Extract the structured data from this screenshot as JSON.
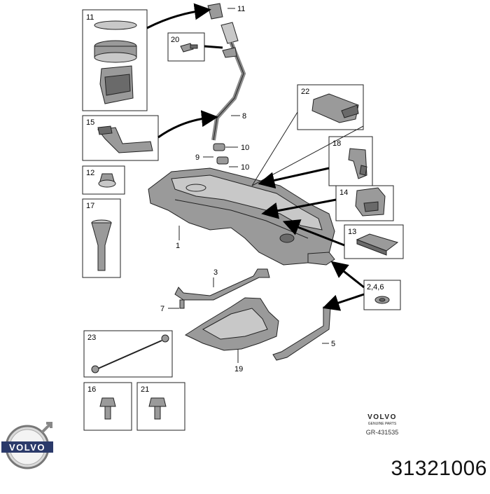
{
  "callouts": {
    "c1": "1",
    "c3": "3",
    "c5": "5",
    "c7": "7",
    "c8": "8",
    "c9": "9",
    "c10a": "10",
    "c10b": "10",
    "c11_top": "11",
    "c11_box": "11",
    "c12": "12",
    "c13": "13",
    "c14": "14",
    "c15": "15",
    "c16": "16",
    "c17": "17",
    "c18": "18",
    "c19": "19",
    "c20": "20",
    "c21": "21",
    "c22": "22",
    "c23": "23",
    "c246": "2,4,6"
  },
  "brand": {
    "wordmark": "VOLVO",
    "small_wordmark": "VOLVO",
    "tagline": "GENUINE PARTS",
    "diagram_code": "GR-431535"
  },
  "part_number": "31321006",
  "colors": {
    "ink": "#222222",
    "part_fill": "#9a9a9a",
    "background": "#ffffff"
  }
}
